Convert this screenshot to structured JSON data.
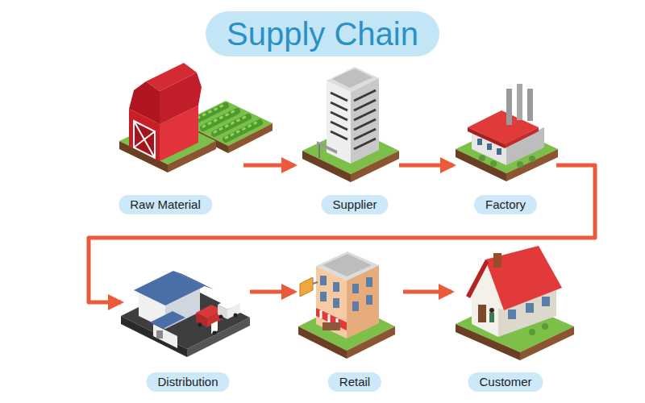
{
  "diagram": {
    "title": "Supply Chain",
    "nodes": [
      {
        "text": [
          "Raw Material"
        ]
      },
      {
        "text": [
          "Supplier"
        ]
      },
      {
        "text": [
          "Factory"
        ]
      },
      {
        "text": [
          "Distribution"
        ]
      },
      {
        "text": [
          "Retail"
        ]
      },
      {
        "text": [
          "Customer"
        ]
      }
    ],
    "edges": [
      {
        "from": 0,
        "to": 1,
        "arrow": "to"
      },
      {
        "from": 1,
        "to": 2,
        "arrow": "to"
      },
      {
        "from": 2,
        "to": 3,
        "arrow": "to"
      },
      {
        "from": 3,
        "to": 4,
        "arrow": "to"
      },
      {
        "from": 4,
        "to": 5,
        "arrow": "to"
      }
    ]
  }
}
